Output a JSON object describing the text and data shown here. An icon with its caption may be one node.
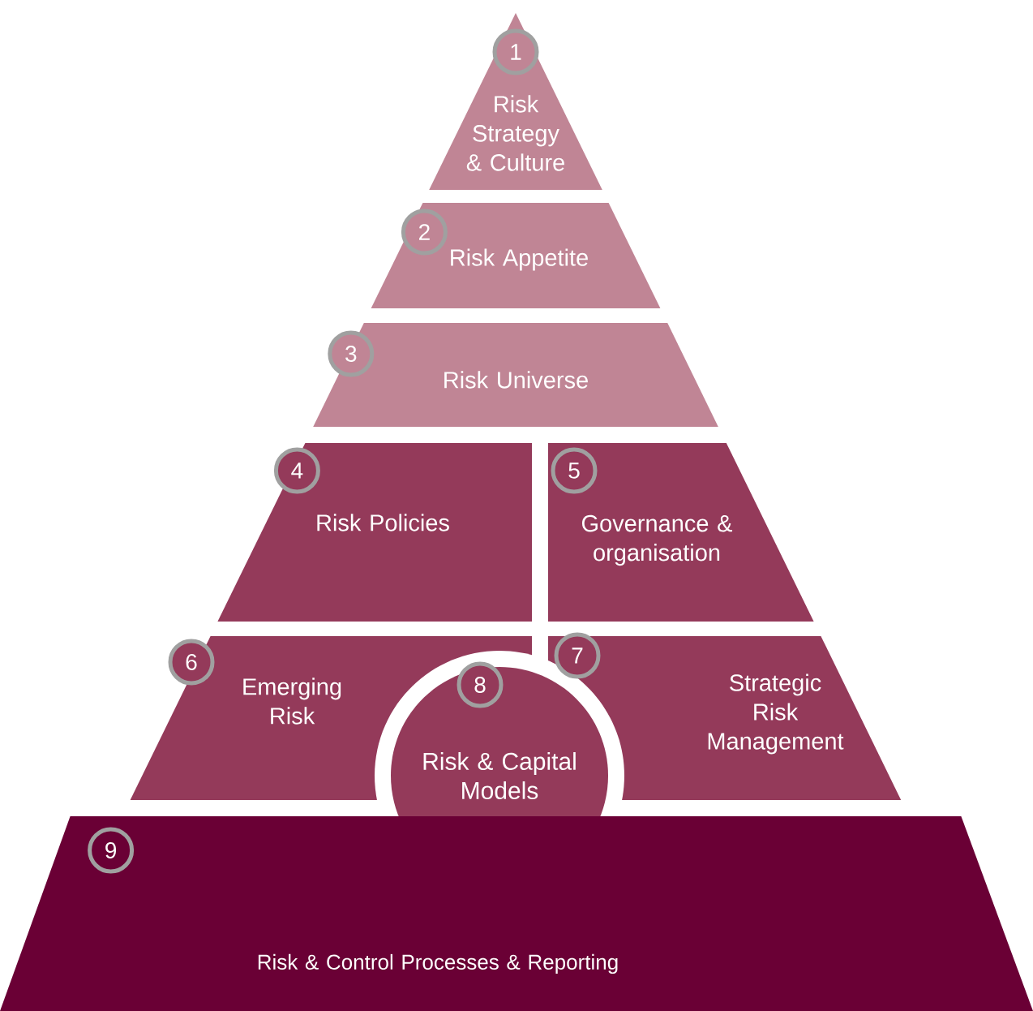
{
  "diagram": {
    "nodes": [
      {
        "text": [
          "Risk Strategy & Culture"
        ]
      },
      {
        "text": [
          "1"
        ],
        "in": 0
      },
      {
        "text": [
          "Risk Appetite"
        ]
      },
      {
        "text": [
          "2"
        ],
        "in": 2
      },
      {
        "text": [
          "Risk Universe"
        ]
      },
      {
        "text": [
          "3"
        ],
        "in": 4
      },
      {
        "text": [
          "Risk Policies"
        ]
      },
      {
        "text": [
          "4"
        ],
        "in": 6
      },
      {
        "text": [
          "Governance & organisation"
        ]
      },
      {
        "text": [
          "5"
        ],
        "in": 8
      },
      {
        "text": [
          "Emerging Risk"
        ]
      },
      {
        "text": [
          "6"
        ]
      },
      {
        "text": [
          "Strategic Risk Management"
        ]
      },
      {
        "text": [
          "7"
        ],
        "in": 12
      },
      {
        "text": [
          "Risk & Capital Models"
        ]
      },
      {
        "text": [
          "8"
        ]
      },
      {
        "text": [
          "Risk & Control Processes & Reporting"
        ]
      },
      {
        "text": [
          "9"
        ],
        "in": 16
      }
    ]
  }
}
